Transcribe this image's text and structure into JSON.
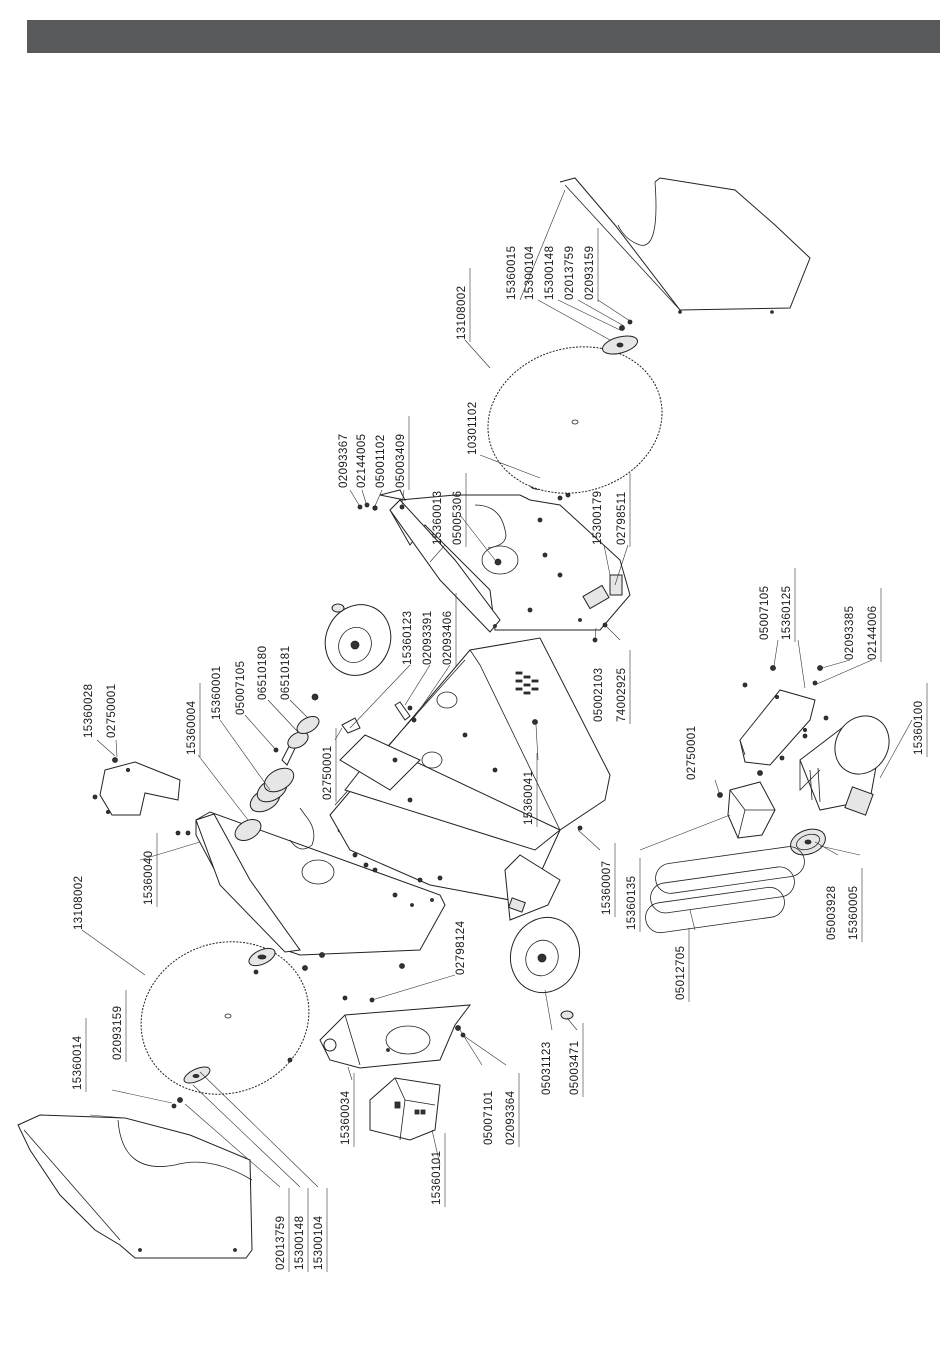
{
  "header": {
    "color": "#58595b"
  },
  "parts": [
    "15360014",
    "02093159",
    "02013759",
    "15300148",
    "15300104",
    "13108002",
    "15360040",
    "15360028",
    "02750001",
    "15360004",
    "15360001",
    "05007105",
    "06510180",
    "06510181",
    "02750001",
    "15360123",
    "02093391",
    "02093406",
    "15360041",
    "02798124",
    "15360034",
    "05007101",
    "02093364",
    "15360101",
    "05031123",
    "05003471",
    "15360007",
    "15360135",
    "02750001",
    "05012705",
    "05003928",
    "15360005",
    "15360100",
    "05007105",
    "15360125",
    "02093385",
    "02144006",
    "05002103",
    "74002925",
    "15360013",
    "05005306",
    "02093367",
    "02144005",
    "05001102",
    "05003409",
    "10301102",
    "15300179",
    "02798511",
    "13108002",
    "15360015",
    "15300104",
    "15300148",
    "02013759",
    "02093159"
  ]
}
